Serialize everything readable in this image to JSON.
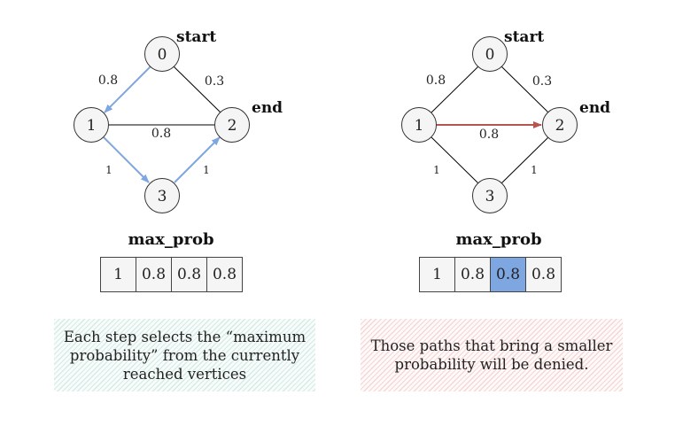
{
  "left": {
    "nodes": [
      "0",
      "1",
      "2",
      "3"
    ],
    "tag_start": "start",
    "tag_end": "end",
    "weights": {
      "w01": "0.8",
      "w02": "0.3",
      "w12": "0.8",
      "w13": "1",
      "w32": "1"
    },
    "array_title": "max_prob",
    "array": [
      "1",
      "0.8",
      "0.8",
      "0.8"
    ],
    "note": "Each step selects the “maximum probability” from the currently reached vertices"
  },
  "right": {
    "nodes": [
      "0",
      "1",
      "2",
      "3"
    ],
    "tag_start": "start",
    "tag_end": "end",
    "weights": {
      "w01": "0.8",
      "w02": "0.3",
      "w12": "0.8",
      "w13": "1",
      "w32": "1"
    },
    "array_title": "max_prob",
    "array": [
      "1",
      "0.8",
      "0.8",
      "0.8"
    ],
    "highlighted_index": 2,
    "note": "Those paths that bring a smaller probability will be denied."
  },
  "colors": {
    "blue_edge": "#7ea6e0",
    "red_edge": "#b85450",
    "highlight": "#7ea6e0"
  }
}
